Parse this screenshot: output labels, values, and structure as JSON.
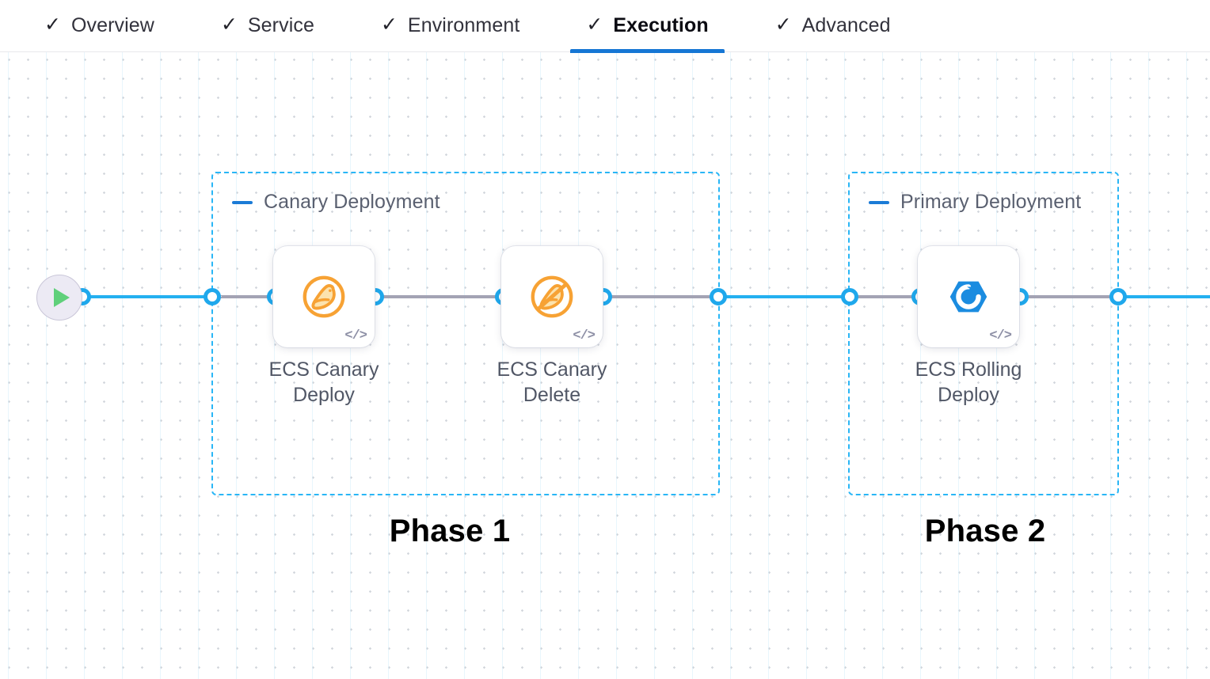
{
  "tabs": [
    {
      "id": "overview",
      "label": "Overview",
      "check": "✓",
      "active": false
    },
    {
      "id": "service",
      "label": "Service",
      "check": "✓",
      "active": false
    },
    {
      "id": "environment",
      "label": "Environment",
      "check": "✓",
      "active": false
    },
    {
      "id": "execution",
      "label": "Execution",
      "check": "✓",
      "active": true
    },
    {
      "id": "advanced",
      "label": "Advanced",
      "check": "✓",
      "active": false
    }
  ],
  "pipeline": {
    "start_node": {
      "icon": "play-icon"
    },
    "groups": [
      {
        "id": "canary",
        "title": "Canary Deployment",
        "collapse_icon": "minus-icon"
      },
      {
        "id": "primary",
        "title": "Primary Deployment",
        "collapse_icon": "minus-icon"
      }
    ],
    "nodes": [
      {
        "id": "canary-deploy",
        "label": "ECS Canary\nDeploy",
        "label_line1": "ECS Canary",
        "label_line2": "Deploy",
        "icon": "canary-bird-icon",
        "badge": "</>"
      },
      {
        "id": "canary-delete",
        "label": "ECS Canary\nDelete",
        "label_line1": "ECS Canary",
        "label_line2": "Delete",
        "icon": "canary-bird-delete-icon",
        "badge": "</>"
      },
      {
        "id": "rolling-deploy",
        "label": "ECS Rolling\nDeploy",
        "label_line1": "ECS Rolling",
        "label_line2": "Deploy",
        "icon": "ecs-rolling-icon",
        "badge": "</>"
      }
    ]
  },
  "annotations": [
    {
      "id": "phase-1",
      "text": "Phase 1"
    },
    {
      "id": "phase-2",
      "text": "Phase 2"
    }
  ],
  "colors": {
    "accent_blue": "#1676d4",
    "wire_blue": "#24b0f0",
    "group_border": "#29b6f6",
    "wire_dashed_gray": "#a3a3b4",
    "canary_orange": "#f7a234",
    "ecs_blue": "#1b8ce0",
    "play_green": "#5fd07a",
    "label_gray": "#515766"
  }
}
